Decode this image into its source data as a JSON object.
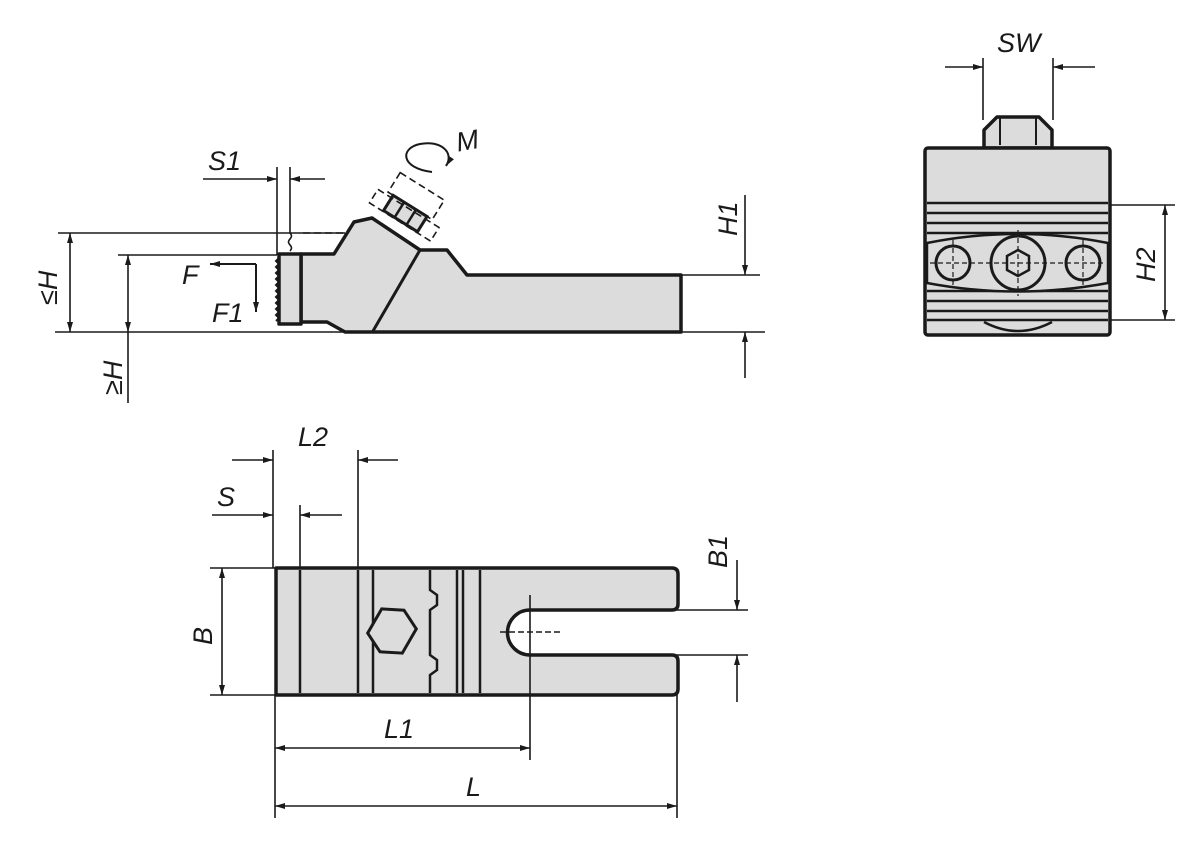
{
  "colors": {
    "part_fill": "#dcdcdc",
    "line": "#1a1a1a",
    "background": "#ffffff"
  },
  "labels": {
    "SW": "SW",
    "M": "M",
    "S1": "S1",
    "H1": "H1",
    "le_H": "≤H",
    "F": "F",
    "F1": "F1",
    "ge_H": "≥H",
    "H2": "H2",
    "L2": "L2",
    "S": "S",
    "B": "B",
    "B1": "B1",
    "L1": "L1",
    "L": "L"
  }
}
